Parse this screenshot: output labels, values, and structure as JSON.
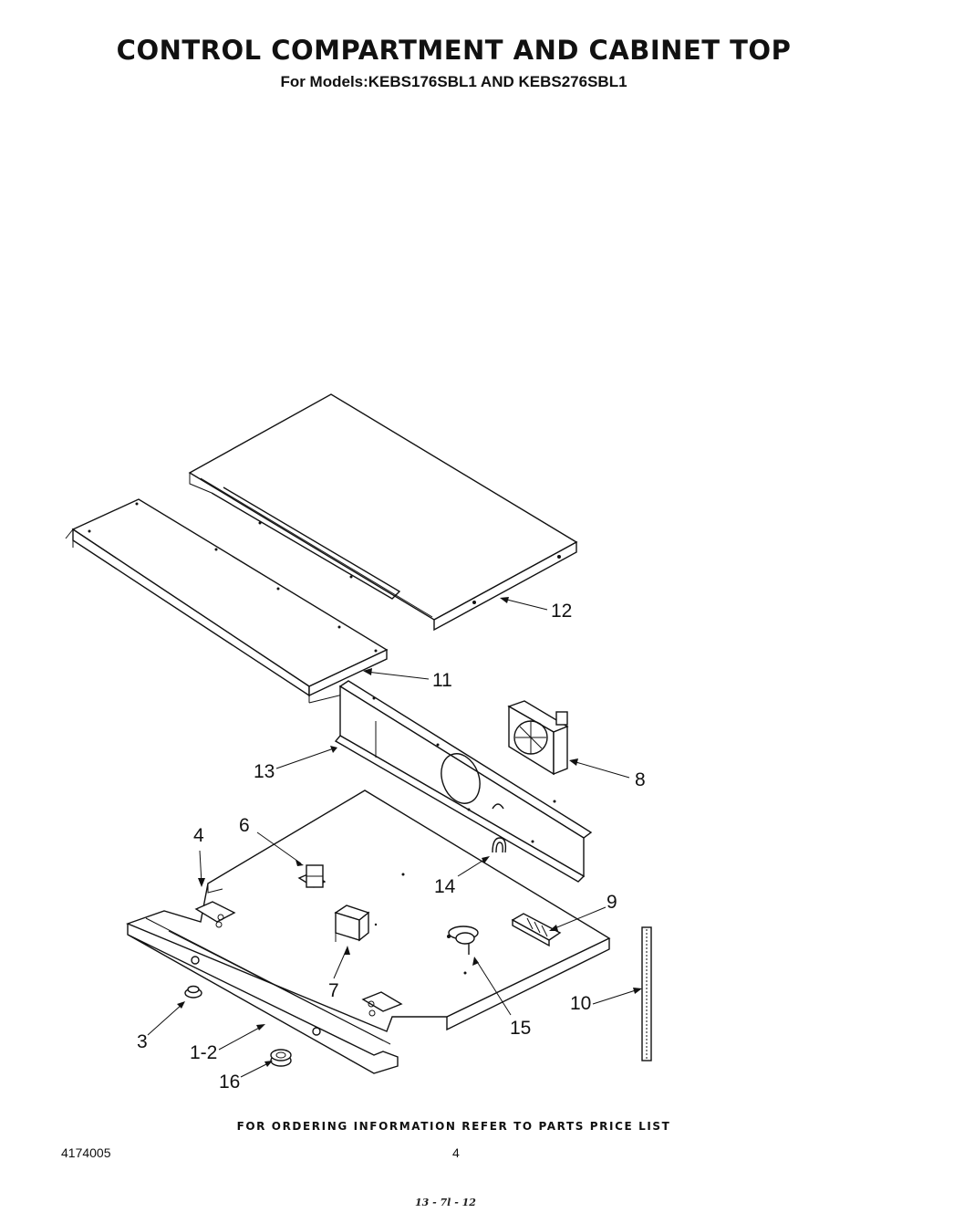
{
  "header": {
    "title": "CONTROL COMPARTMENT AND CABINET TOP",
    "subtitle": "For Models:KEBS176SBL1  AND  KEBS276SBL1"
  },
  "callouts": {
    "c1_2": "1-2",
    "c3": "3",
    "c4": "4",
    "c6": "6",
    "c7": "7",
    "c8": "8",
    "c9": "9",
    "c10": "10",
    "c11": "11",
    "c12": "12",
    "c13": "13",
    "c14": "14",
    "c15": "15",
    "c16": "16"
  },
  "footer": {
    "ordering_note": "FOR ORDERING INFORMATION REFER TO PARTS PRICE LIST",
    "doc_number": "4174005",
    "page_number": "4",
    "handwritten_mark": "13 - 7l - 12"
  }
}
